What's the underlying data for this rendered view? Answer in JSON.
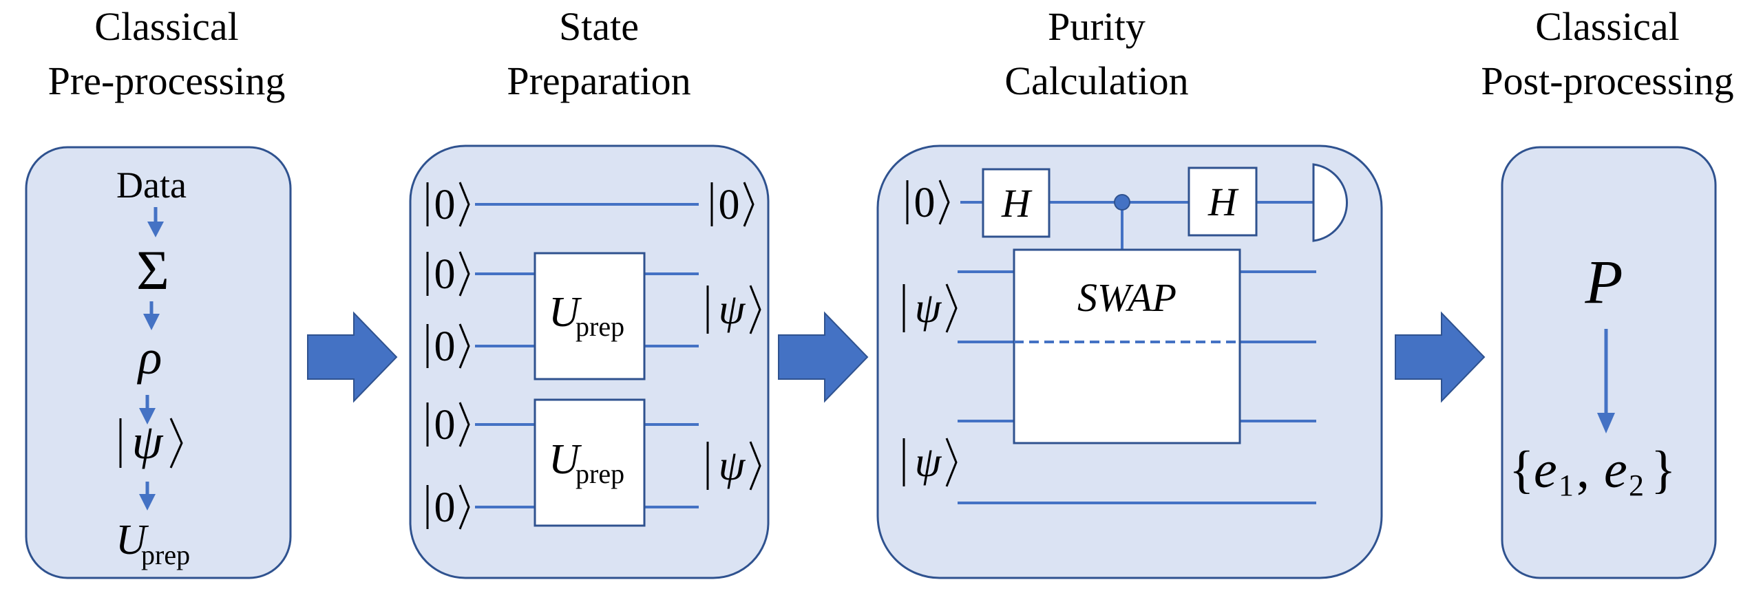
{
  "colors": {
    "panel_fill": "#dbe3f3",
    "panel_stroke": "#2f528f",
    "wire": "#4472c4",
    "arrow": "#4472c4",
    "gate_fill": "#ffffff",
    "text": "#000000"
  },
  "headings": {
    "preprocessing": {
      "line1": "Classical",
      "line2": "Pre-processing"
    },
    "state_prep": {
      "line1": "State",
      "line2": "Preparation"
    },
    "purity": {
      "line1": "Purity",
      "line2": "Calculation"
    },
    "postprocessing": {
      "line1": "Classical",
      "line2": "Post-processing"
    }
  },
  "preprocessing": {
    "data": "Data",
    "sigma": "Σ",
    "rho": "ρ",
    "psi": "ψ",
    "u": "U",
    "u_sub": "prep"
  },
  "state_prep": {
    "zero": "0",
    "psi": "ψ",
    "u": "U",
    "u_sub": "prep"
  },
  "purity": {
    "zero": "0",
    "psi": "ψ",
    "hadamard": "H",
    "swap": "SWAP"
  },
  "postprocessing": {
    "p": "P",
    "set_open": "{",
    "e": "e",
    "sub1": "1",
    "comma": ",",
    "sub2": "2",
    "set_close": "}"
  }
}
